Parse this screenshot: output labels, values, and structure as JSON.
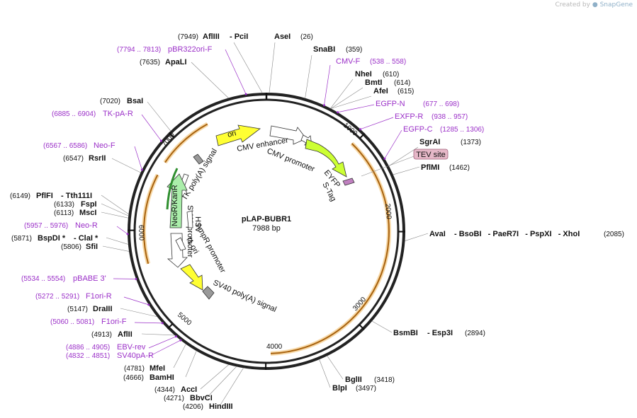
{
  "branding": {
    "created_by": "Created by",
    "brand": "SnapGene"
  },
  "plasmid": {
    "name": "pLAP-BUBR1",
    "size": "7988 bp",
    "length": 7988
  },
  "ticks": [
    "1000",
    "2000",
    "3000",
    "4000",
    "5000",
    "6000",
    "7000"
  ],
  "features": [
    {
      "name": "ori",
      "color": "#ffff33"
    },
    {
      "name": "CMV enhancer",
      "color": "#ffffff"
    },
    {
      "name": "CMV promoter",
      "color": "#ffffff"
    },
    {
      "name": "EYFP",
      "color": "#ccff33"
    },
    {
      "name": "S-Tag",
      "color": "#c080c0"
    },
    {
      "name": "TK poly(A) signal",
      "color": "#999999"
    },
    {
      "name": "HSV",
      "color": "#ffffff"
    },
    {
      "name": "NeoR/KanR",
      "color": "#aaeeaa"
    },
    {
      "name": "SV40 promoter",
      "color": "#ffffff"
    },
    {
      "name": "AmpR promoter",
      "color": "#ffffff"
    },
    {
      "name": "f1 ori",
      "color": "#ffffff"
    },
    {
      "name": "SV40 poly(A) signal",
      "color": "#999999"
    },
    {
      "name": "AmpR",
      "color": "#ffff33"
    }
  ],
  "tev_site": "TEV site",
  "enzymes": [
    {
      "name": "AflIII",
      "extra": "- PciI",
      "pos": "(7949)"
    },
    {
      "name": "AseI",
      "pos": "(26)"
    },
    {
      "name": "SnaBI",
      "pos": "(359)"
    },
    {
      "name": "NheI",
      "pos": "(610)"
    },
    {
      "name": "BmtI",
      "pos": "(614)"
    },
    {
      "name": "AfeI",
      "pos": "(615)"
    },
    {
      "name": "SgrAI",
      "pos": "(1373)"
    },
    {
      "name": "PflMI",
      "pos": "(1462)"
    },
    {
      "name": "AvaI",
      "extra": "- BsoBI   - PaeR7I   - PspXI   - XhoI",
      "pos": "(2085)"
    },
    {
      "name": "BsmBI",
      "extra": "- Esp3I",
      "pos": "(2894)"
    },
    {
      "name": "BglII",
      "pos": "(3418)"
    },
    {
      "name": "BlpI",
      "pos": "(3497)"
    },
    {
      "name": "HindIII",
      "pos": "(4206)"
    },
    {
      "name": "BbvCI",
      "pos": "(4271)"
    },
    {
      "name": "AccI",
      "pos": "(4344)"
    },
    {
      "name": "BamHI",
      "pos": "(4666)"
    },
    {
      "name": "MfeI",
      "pos": "(4781)"
    },
    {
      "name": "AflII",
      "pos": "(4913)"
    },
    {
      "name": "DraIII",
      "pos": "(5147)"
    },
    {
      "name": "SfiI",
      "pos": "(5806)"
    },
    {
      "name": "BspDI *",
      "extra": "- ClaI *",
      "pos": "(5871)"
    },
    {
      "name": "MscI",
      "pos": "(6113)"
    },
    {
      "name": "FspI",
      "pos": "(6133)"
    },
    {
      "name": "PflFI",
      "extra": "- Tth111I",
      "pos": "(6149)"
    },
    {
      "name": "RsrII",
      "pos": "(6547)"
    },
    {
      "name": "BsaI",
      "pos": "(7020)"
    },
    {
      "name": "ApaLI",
      "pos": "(7635)"
    }
  ],
  "primers": [
    {
      "name": "pBR322ori-F",
      "range": "(7794 .. 7813)"
    },
    {
      "name": "CMV-F",
      "range": "(538 .. 558)"
    },
    {
      "name": "EGFP-N",
      "range": "(677 .. 698)"
    },
    {
      "name": "EXFP-R",
      "range": "(938 .. 957)"
    },
    {
      "name": "EGFP-C",
      "range": "(1285 .. 1306)"
    },
    {
      "name": "TK-pA-R",
      "range": "(6885 .. 6904)"
    },
    {
      "name": "Neo-F",
      "range": "(6567 .. 6586)"
    },
    {
      "name": "Neo-R",
      "range": "(5957 .. 5976)"
    },
    {
      "name": "pBABE 3'",
      "range": "(5534 .. 5554)"
    },
    {
      "name": "F1ori-R",
      "range": "(5272 .. 5291)"
    },
    {
      "name": "F1ori-F",
      "range": "(5060 .. 5081)"
    },
    {
      "name": "EBV-rev",
      "range": "(4886 .. 4905)"
    },
    {
      "name": "SV40pA-R",
      "range": "(4832 .. 4851)"
    }
  ]
}
